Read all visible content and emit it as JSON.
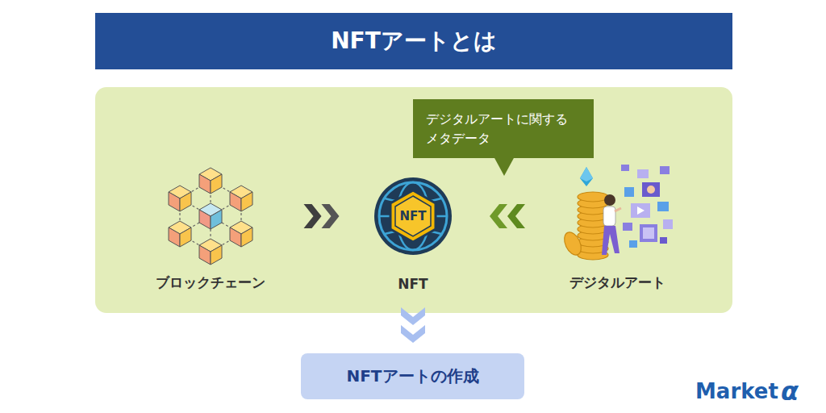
{
  "diagram": {
    "title": "NFTアートとは",
    "nodes": [
      {
        "text": [
          "デジタルアートに関する メタデータ"
        ]
      },
      {
        "text": [
          "ブロックチェーン"
        ]
      },
      {
        "text": [
          "NFT"
        ]
      },
      {
        "text": [
          "デジタルアート"
        ]
      },
      {
        "text": [
          "NFTアートの作成"
        ]
      }
    ],
    "edges": [
      {
        "from": 1,
        "to": 2,
        "arrow": "to"
      },
      {
        "from": 3,
        "to": 2,
        "arrow": "to"
      },
      {
        "from": 2,
        "to": 4,
        "arrow": "to"
      }
    ],
    "labels": [
      "NFT",
      "Market",
      "α"
    ]
  }
}
